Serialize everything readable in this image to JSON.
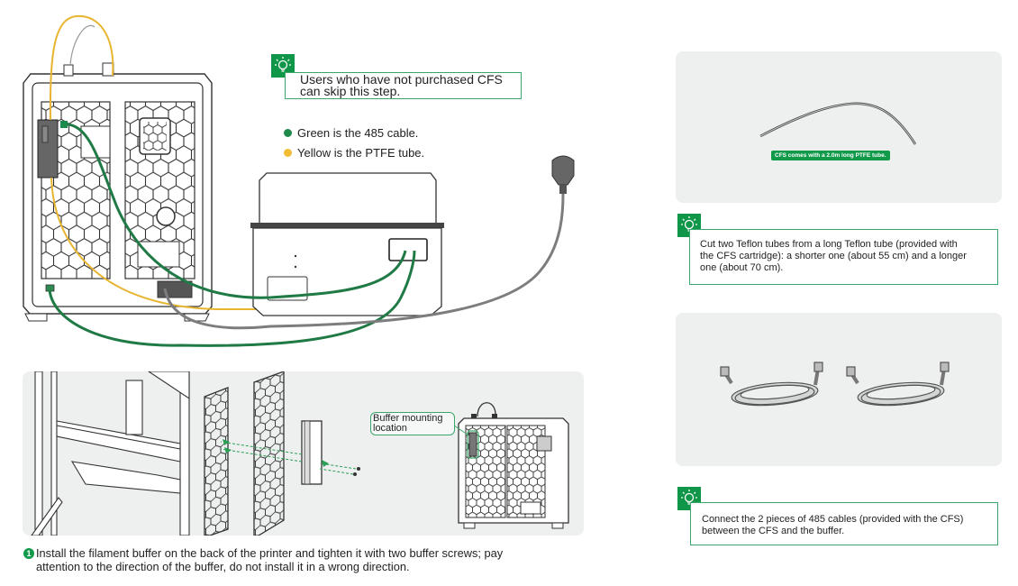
{
  "colors": {
    "brand_green": "#109648",
    "cable_485_green": "#1f7a45",
    "ptfe_yellow": "#e8b530",
    "panel_bg": "#eef0f0",
    "tip_border": "#3aa66a"
  },
  "tips": {
    "skip_step": {
      "icon": "lightbulb-icon",
      "text_line1": "Users who have not purchased CFS",
      "text_line2": "can skip this step."
    },
    "cut_tubes": {
      "icon": "lightbulb-icon",
      "text_line1": "Cut two Teflon tubes from a long Teflon tube (provided with",
      "text_line2": "the CFS cartridge): a shorter one (about 55 cm) and a longer",
      "text_line3": "one (about 70 cm)."
    },
    "connect_cables": {
      "icon": "lightbulb-icon",
      "text_line1": "Connect the 2 pieces of 485 cables (provided with the CFS)",
      "text_line2": "between the CFS and the buffer."
    }
  },
  "legend": {
    "items": [
      {
        "label": "Green is the 485 cable.",
        "color": "#1f8a4c"
      },
      {
        "label": "Yellow is the PTFE tube.",
        "color": "#f0bd35"
      }
    ]
  },
  "ptfe_panel": {
    "badge": "CFS comes with a 2.0m long PTFE tube."
  },
  "install_panel": {
    "callout_line1": "Buffer mounting",
    "callout_line2": "location"
  },
  "step": {
    "number": "1",
    "text_line1": "Install the filament buffer on the back of the printer and tighten it with two buffer screws; pay",
    "text_line2": "attention to the direction of the buffer, do not install it in a wrong direction."
  }
}
